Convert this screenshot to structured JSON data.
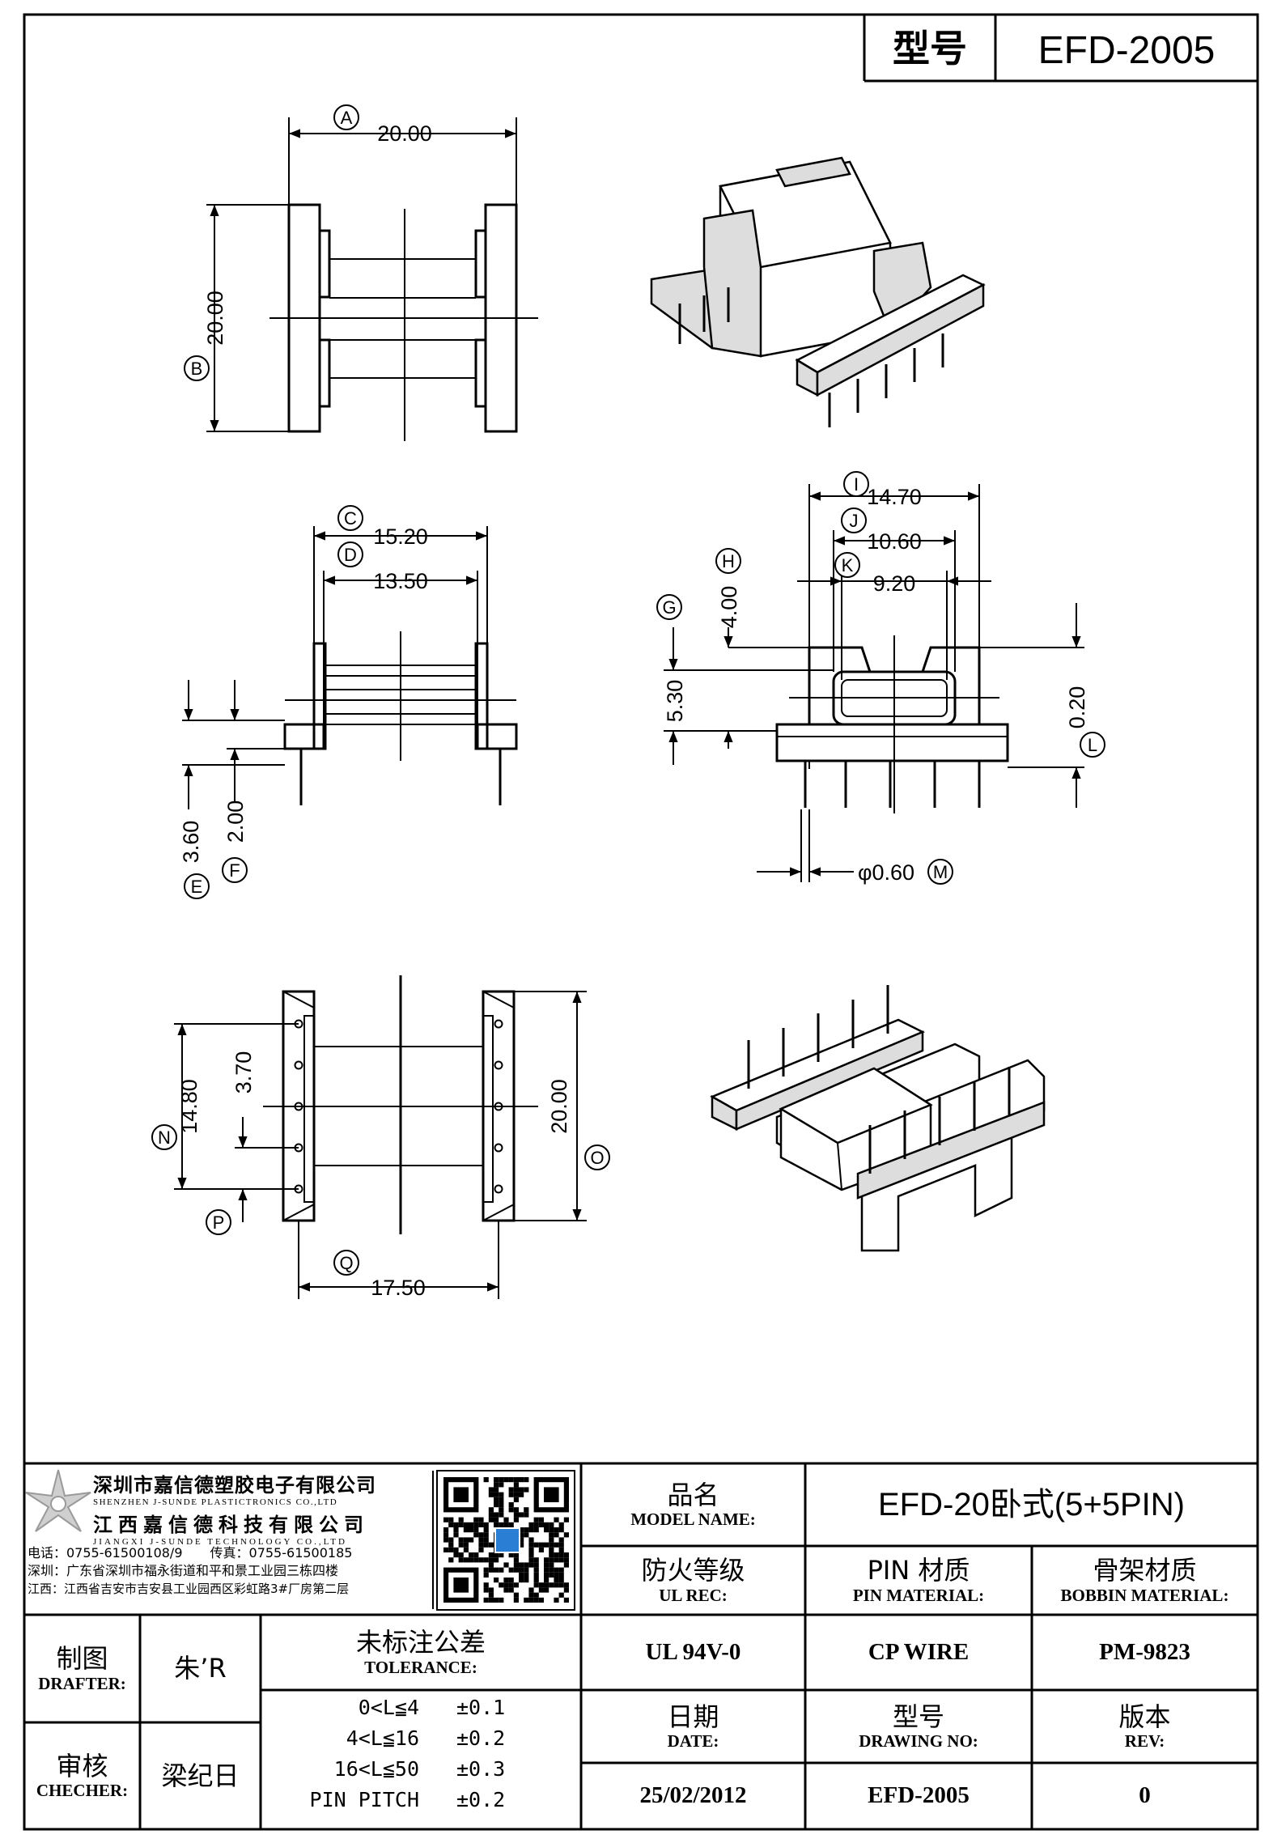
{
  "header": {
    "type_label": "型号",
    "type_value": "EFD-2005"
  },
  "dimensions": {
    "A": "20.00",
    "B": "20.00",
    "C": "15.20",
    "D": "13.50",
    "E": "3.60",
    "F": "2.00",
    "G": "5.30",
    "H": "4.00",
    "I": "14.70",
    "J": "10.60",
    "K": "9.20",
    "L": "0.20",
    "M": "φ0.60",
    "N": "14.80",
    "O": "20.00",
    "P": "3.70",
    "Q": "17.50"
  },
  "dimension_letters": [
    "A",
    "B",
    "C",
    "D",
    "E",
    "F",
    "G",
    "H",
    "I",
    "J",
    "K",
    "L",
    "M",
    "N",
    "O",
    "P",
    "Q"
  ],
  "company": {
    "name_sz": "深圳市嘉信德塑胶电子有限公司",
    "name_sz_en": "SHENZHEN J-SUNDE PLASTICTRONICS CO.,LTD",
    "name_jx": "江西嘉信德科技有限公司",
    "name_jx_en": "JIANGXI J-SUNDE TECHNOLOGY CO.,LTD",
    "tel": "电话：0755-61500108/9",
    "fax": "传真：0755-61500185",
    "addr_sz": "深圳：广东省深圳市福永街道和平和景工业园三栋四楼",
    "addr_jx": "江西：江西省吉安市吉安县工业园西区彩虹路3#厂房第二层"
  },
  "title_block": {
    "model_cn": "品名",
    "model_en": "MODEL NAME:",
    "model_value": "EFD-20卧式(5+5PIN)",
    "ul_cn": "防火等级",
    "ul_en": "UL REC:",
    "ul_value": "UL 94V-0",
    "pin_cn": "PIN 材质",
    "pin_en": "PIN MATERIAL:",
    "pin_value": "CP WIRE",
    "bobbin_cn": "骨架材质",
    "bobbin_en": "BOBBIN MATERIAL:",
    "bobbin_value": "PM-9823",
    "drafter_cn": "制图",
    "drafter_en": "DRAFTER:",
    "drafter_value": "朱’R",
    "checker_cn": "审核",
    "checker_en": "CHECHER:",
    "checker_value": "梁纪日",
    "tolerance_cn": "未标注公差",
    "tolerance_en": "TOLERANCE:",
    "tolerance_rows": [
      {
        "range": "0<L≦4",
        "tol": "±0.1"
      },
      {
        "range": "4<L≦16",
        "tol": "±0.2"
      },
      {
        "range": "16<L≦50",
        "tol": "±0.3"
      },
      {
        "range": "PIN PITCH",
        "tol": "±0.2"
      }
    ],
    "date_cn": "日期",
    "date_en": "DATE:",
    "date_value": "25/02/2012",
    "drawing_cn": "型号",
    "drawing_en": "DRAWING NO:",
    "drawing_value": "EFD-2005",
    "rev_cn": "版本",
    "rev_en": "REV:",
    "rev_value": "0"
  }
}
